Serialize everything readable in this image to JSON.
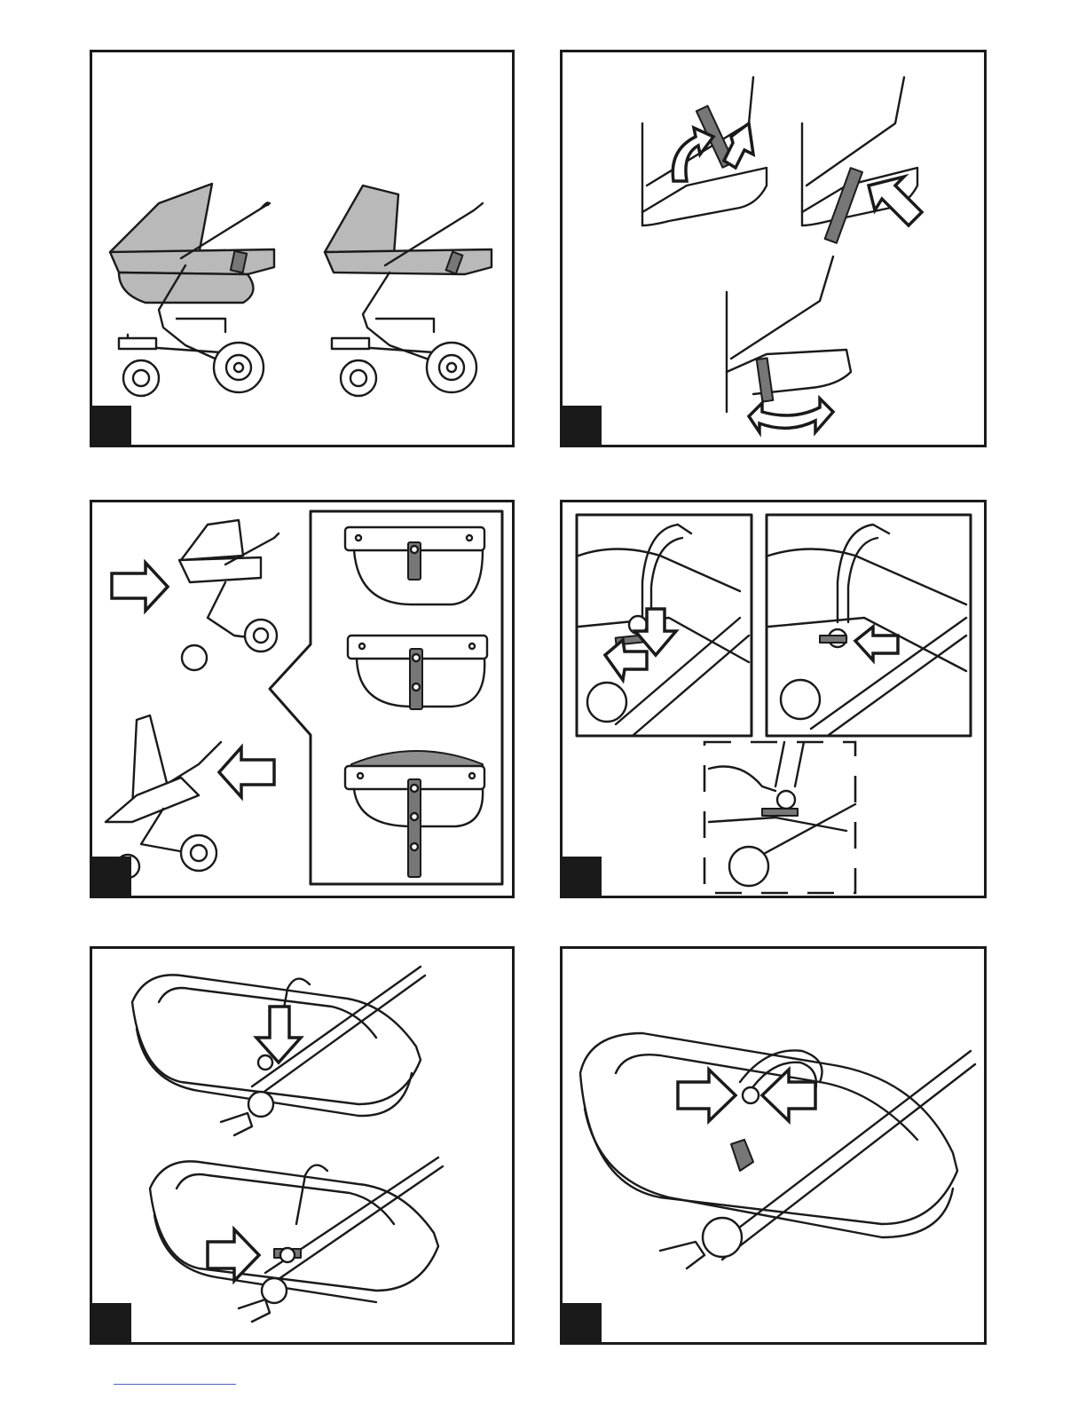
{
  "page": {
    "panels": [
      {
        "id": "p1",
        "step": ""
      },
      {
        "id": "p2",
        "step": ""
      },
      {
        "id": "p3",
        "step": ""
      },
      {
        "id": "p4",
        "step": ""
      },
      {
        "id": "p5",
        "step": ""
      },
      {
        "id": "p6",
        "step": ""
      }
    ]
  },
  "colors": {
    "outline": "#1a1a1a",
    "fabric_gray": "#b9b9b9",
    "handle_dark": "#777777",
    "footer_link": "#4a5fc1"
  }
}
